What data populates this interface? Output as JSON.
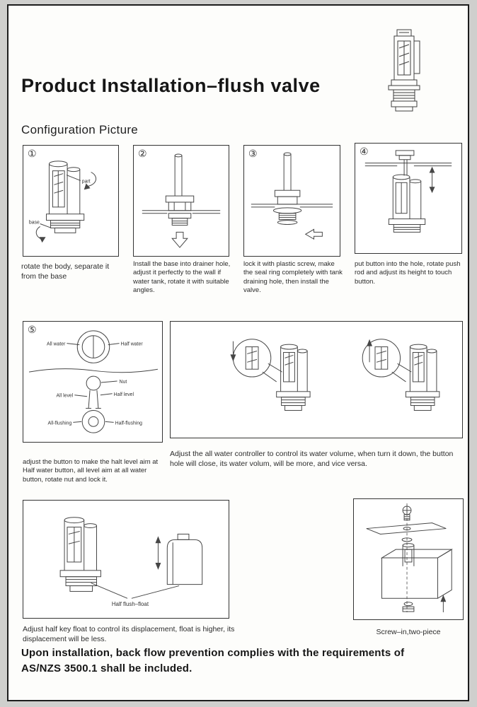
{
  "page": {
    "title": "Product Installation–flush valve",
    "subtitle": "Configuration Picture"
  },
  "steps": [
    {
      "number": "①",
      "caption": "rotate the body, separate it from the base",
      "label_part": "part",
      "label_base": "base"
    },
    {
      "number": "②",
      "caption": "Install the base into drainer hole, adjust it perfectly to the wall if water tank, rotate it with suitable angles."
    },
    {
      "number": "③",
      "caption": "lock it with plastic screw, make the seal ring completely with tank draining hole, then install the valve."
    },
    {
      "number": "④",
      "caption": "put button into the hole, rotate push rod and adjust its height to touch button."
    },
    {
      "number": "⑤",
      "caption": "adjust the button to make the halt level aim at Half water button, all level aim at all water button, rotate nut and lock it.",
      "labels": {
        "all_water": "All water",
        "half_water": "Half water",
        "nut": "Nut",
        "all_level": "All level",
        "half_level": "Half level",
        "all_flushing": "All-flushing",
        "half_flushing": "Half-flushing"
      }
    }
  ],
  "adjust_panel": {
    "caption": "Adjust the all water controller to control its water volume, when turn it down, the button hole will close, its water volum, will be more, and vice versa."
  },
  "float_panel": {
    "label": "Half flush–float",
    "caption": "Adjust half key float to control its displacement, float is higher, its displacement will be less."
  },
  "screw_panel": {
    "caption": "Screw–in,two-piece"
  },
  "footer": {
    "text": "Upon installation, back flow prevention complies with the requirements of AS/NZS 3500.1 shall be included."
  }
}
